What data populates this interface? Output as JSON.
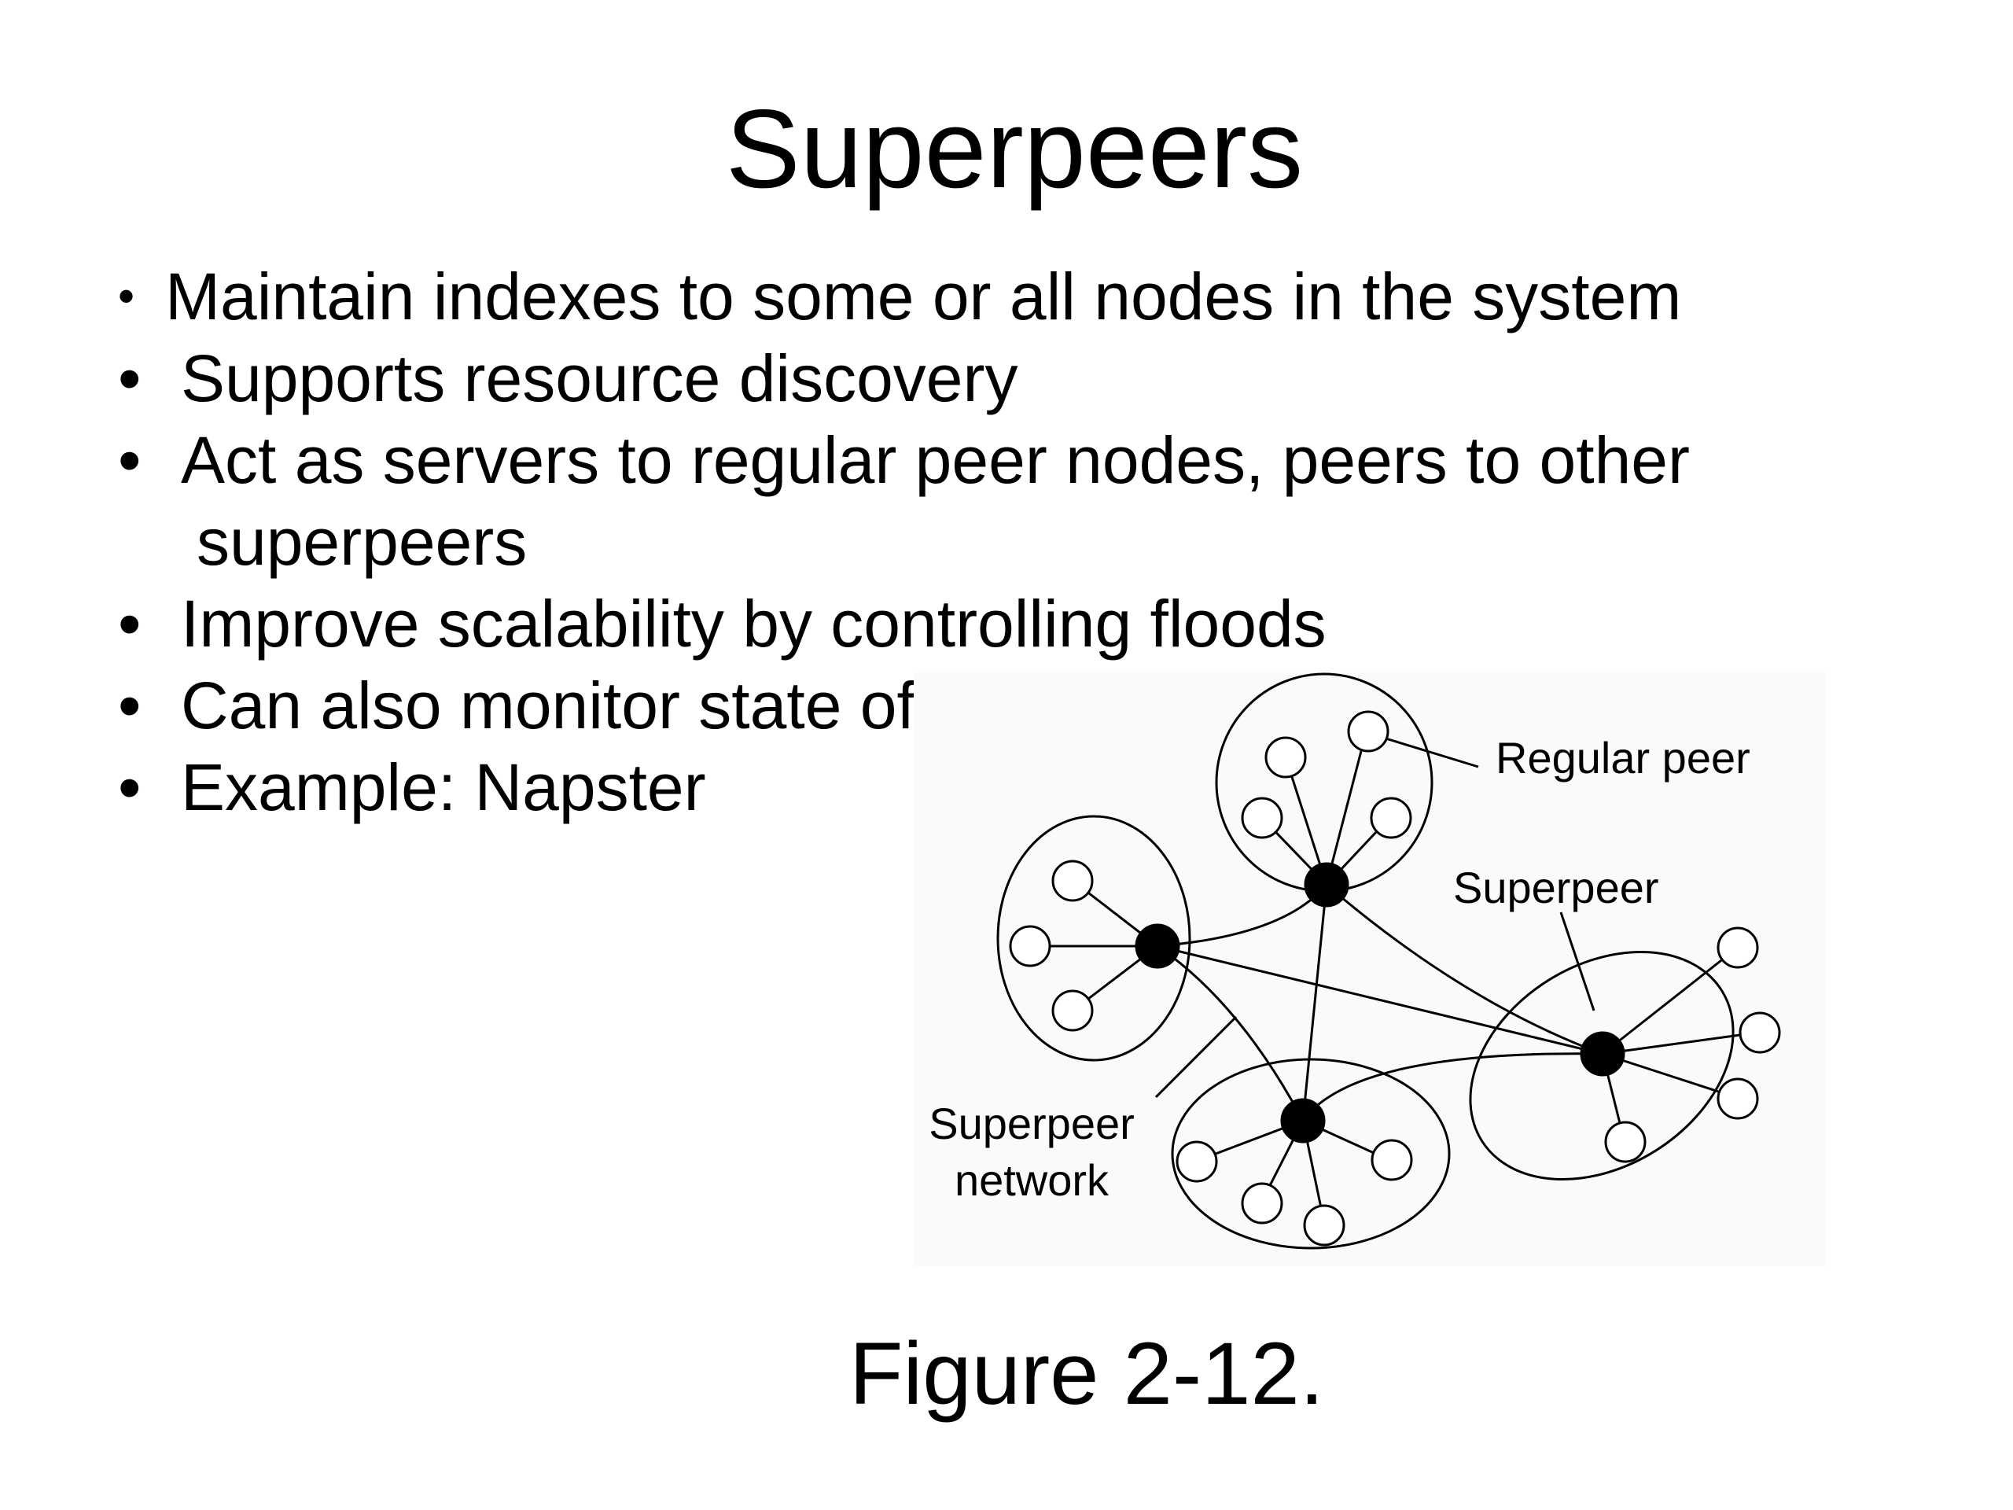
{
  "slide": {
    "title": "Superpeers",
    "bullets": [
      "Maintain indexes to some or all nodes in the system",
      "Supports resource discovery",
      "Act as servers to regular peer nodes, peers to other",
      "Improve scalability by controlling floods",
      "Can also monitor state of network",
      "Example: Napster"
    ],
    "bullet_3_continuation": "superpeers",
    "caption": "Figure 2-12."
  },
  "diagram": {
    "labels": {
      "regular_peer": "Regular peer",
      "superpeer": "Superpeer",
      "network_line1": "Superpeer",
      "network_line2": "network"
    },
    "colors": {
      "superpeer_fill": "#000000",
      "regular_peer_fill": "#ffffff",
      "stroke": "#000000"
    }
  }
}
